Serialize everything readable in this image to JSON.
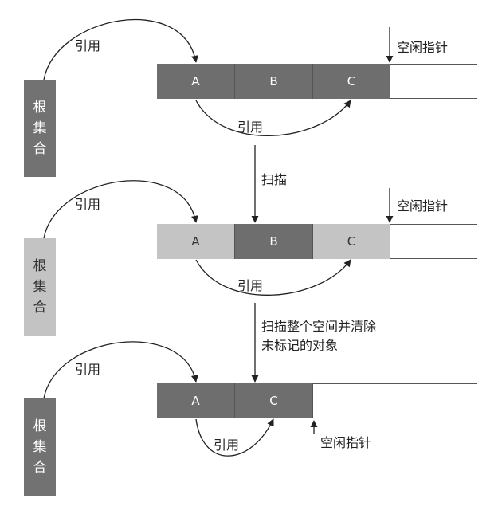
{
  "panels": [
    {
      "root_label": [
        "根",
        "集",
        "合"
      ],
      "root_style": "dark",
      "cells": [
        {
          "label": "A",
          "style": "dark"
        },
        {
          "label": "B",
          "style": "dark"
        },
        {
          "label": "C",
          "style": "dark"
        }
      ],
      "ref_root_label": "引用",
      "ref_inner_label": "引用",
      "pointer_label": "空闲指针"
    },
    {
      "root_label": [
        "根",
        "集",
        "合"
      ],
      "root_style": "light",
      "cells": [
        {
          "label": "A",
          "style": "light"
        },
        {
          "label": "B",
          "style": "dark"
        },
        {
          "label": "C",
          "style": "light"
        }
      ],
      "ref_root_label": "引用",
      "ref_inner_label": "引用",
      "pointer_label": "空闲指针"
    },
    {
      "root_label": [
        "根",
        "集",
        "合"
      ],
      "root_style": "dark",
      "cells": [
        {
          "label": "A",
          "style": "dark"
        },
        {
          "label": "C",
          "style": "dark"
        }
      ],
      "ref_root_label": "引用",
      "ref_inner_label": "引用",
      "pointer_label": "空闲指针"
    }
  ],
  "steps": [
    {
      "label": "扫描"
    },
    {
      "label": "扫描整个空间并清除\n未标记的对象"
    }
  ],
  "colors": {
    "dark": "#6e6e6e",
    "light": "#c4c4c4",
    "line": "#222222"
  }
}
